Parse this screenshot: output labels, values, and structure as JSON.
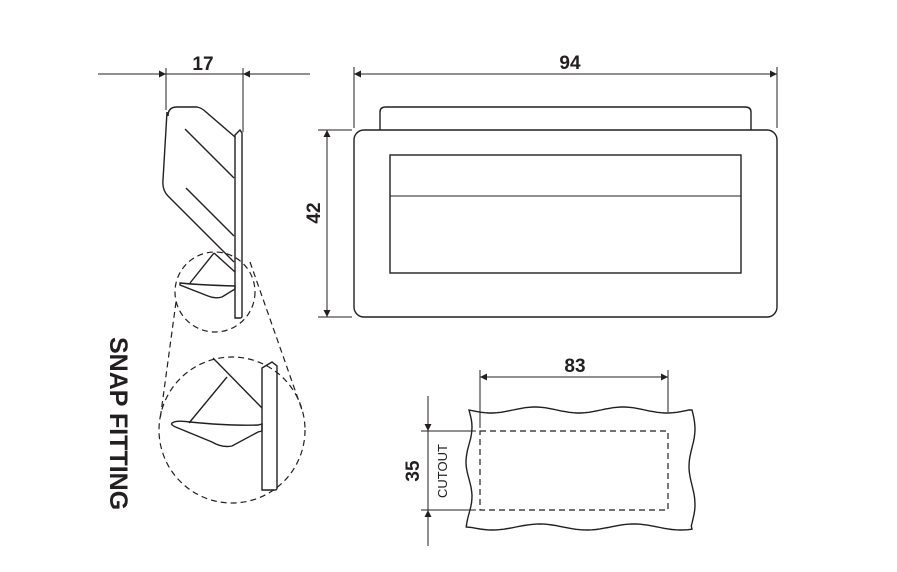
{
  "dimensions": {
    "side_depth": "17",
    "front_width": "94",
    "front_height": "42",
    "cutout_width": "83",
    "cutout_height": "35"
  },
  "labels": {
    "snap_fitting": "SNAP FITTING",
    "cutout": "CUTOUT"
  }
}
